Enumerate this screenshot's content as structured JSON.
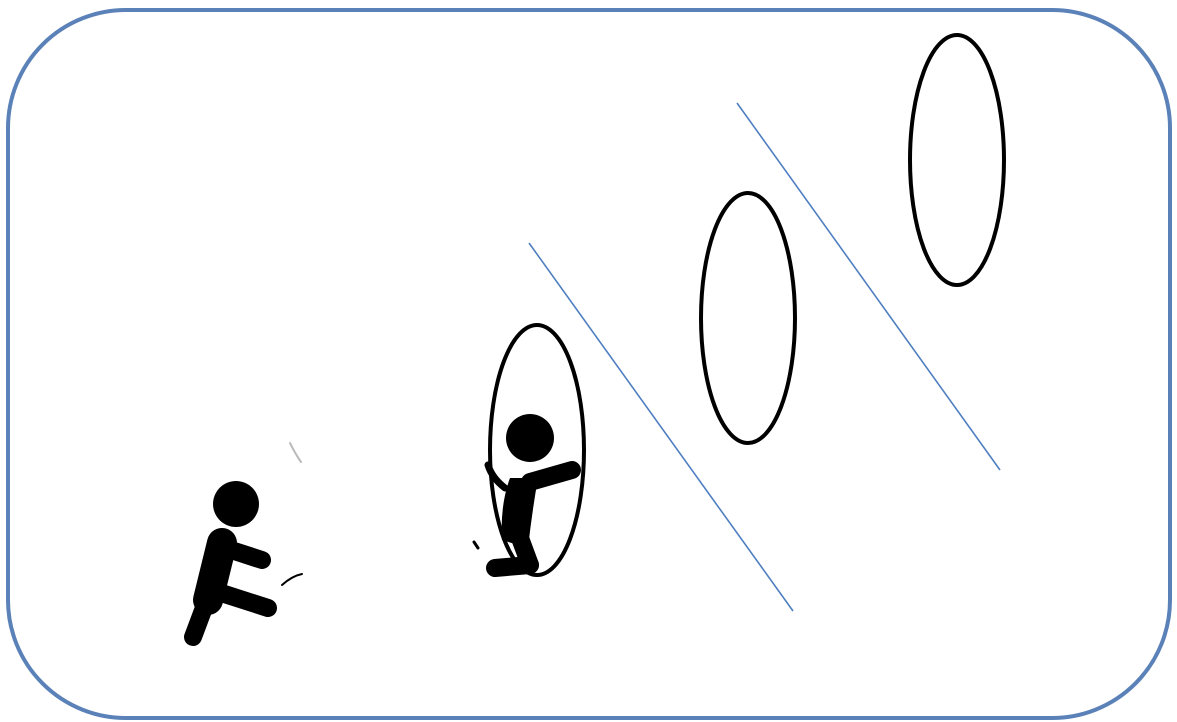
{
  "scene": {
    "frame_color": "#5b82b8",
    "divider_color": "#4f7fc0",
    "hoop_color": "#000000",
    "figure_color": "#000000",
    "figures": [
      {
        "name": "figure-walking",
        "pose": "walking"
      },
      {
        "name": "figure-passing-hoop",
        "pose": "stepping-through-hoop"
      }
    ],
    "hoops": [
      {
        "name": "hoop-1"
      },
      {
        "name": "hoop-2"
      },
      {
        "name": "hoop-3"
      }
    ],
    "dividers": [
      {
        "name": "divider-line-1"
      },
      {
        "name": "divider-line-2"
      }
    ]
  }
}
